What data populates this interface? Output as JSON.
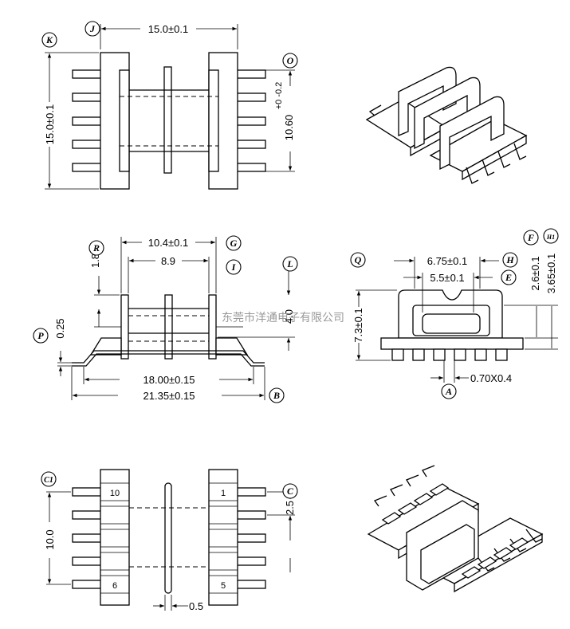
{
  "watermark": "东莞市洋通电子有限公司",
  "labels": {
    "J": "J",
    "K": "K",
    "O": "O",
    "R": "R",
    "G": "G",
    "I": "I",
    "L": "L",
    "P": "P",
    "B": "B",
    "Q": "Q",
    "H": "H",
    "E": "E",
    "F": "F",
    "H1": "H1",
    "A": "A",
    "C1": "C1",
    "C": "C"
  },
  "dims": {
    "top_width": "15.0±0.1",
    "top_height": "15.0±0.1",
    "top_inner": "10.60",
    "top_inner_tol": "+0 -0.2",
    "side_1": "10.4±0.1",
    "side_2": "8.9",
    "side_3": "1.8",
    "side_4": "4.0",
    "side_5": "0.25",
    "side_6": "18.00±0.15",
    "side_7": "21.35±0.15",
    "front_1": "6.75±0.1",
    "front_2": "5.5±0.1",
    "front_3": "2.6±0.1",
    "front_4": "3.65±0.1",
    "front_5": "7.3±0.1",
    "front_6": "0.70X0.4",
    "bot_1": "10.0",
    "bot_2": "2.5",
    "bot_3": "0.5"
  },
  "pins": {
    "p10": "10",
    "p1": "1",
    "p6": "6",
    "p5": "5"
  }
}
